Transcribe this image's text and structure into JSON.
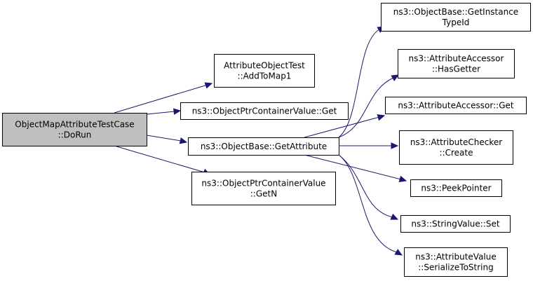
{
  "diagram": {
    "type": "call-graph",
    "nodes": [
      {
        "id": "root",
        "lines": [
          "ObjectMapAttributeTestCase",
          "::DoRun"
        ],
        "highlighted": true
      },
      {
        "id": "addtomap",
        "lines": [
          "AttributeObjectTest",
          "::AddToMap1"
        ]
      },
      {
        "id": "ptrget",
        "lines": [
          "ns3::ObjectPtrContainerValue::Get"
        ]
      },
      {
        "id": "getattr",
        "lines": [
          "ns3::ObjectBase::GetAttribute"
        ]
      },
      {
        "id": "getn",
        "lines": [
          "ns3::ObjectPtrContainerValue",
          "::GetN"
        ]
      },
      {
        "id": "instance",
        "lines": [
          "ns3::ObjectBase::GetInstance",
          "TypeId"
        ]
      },
      {
        "id": "hasgetter",
        "lines": [
          "ns3::AttributeAccessor",
          "::HasGetter"
        ]
      },
      {
        "id": "accget",
        "lines": [
          "ns3::AttributeAccessor::Get"
        ]
      },
      {
        "id": "create",
        "lines": [
          "ns3::AttributeChecker",
          "::Create"
        ]
      },
      {
        "id": "peek",
        "lines": [
          "ns3::PeekPointer"
        ]
      },
      {
        "id": "strset",
        "lines": [
          "ns3::StringValue::Set"
        ]
      },
      {
        "id": "serialize",
        "lines": [
          "ns3::AttributeValue",
          "::SerializeToString"
        ]
      }
    ],
    "edges": [
      {
        "from": "root",
        "to": "addtomap"
      },
      {
        "from": "root",
        "to": "ptrget"
      },
      {
        "from": "root",
        "to": "getattr"
      },
      {
        "from": "root",
        "to": "getn"
      },
      {
        "from": "getattr",
        "to": "instance"
      },
      {
        "from": "getattr",
        "to": "hasgetter"
      },
      {
        "from": "getattr",
        "to": "accget"
      },
      {
        "from": "getattr",
        "to": "create"
      },
      {
        "from": "getattr",
        "to": "peek"
      },
      {
        "from": "getattr",
        "to": "strset"
      },
      {
        "from": "getattr",
        "to": "serialize"
      }
    ],
    "colors": {
      "edge": "#191970",
      "highlight_fill": "#bfbfbf",
      "node_fill": "#ffffff",
      "border": "#000000"
    }
  }
}
